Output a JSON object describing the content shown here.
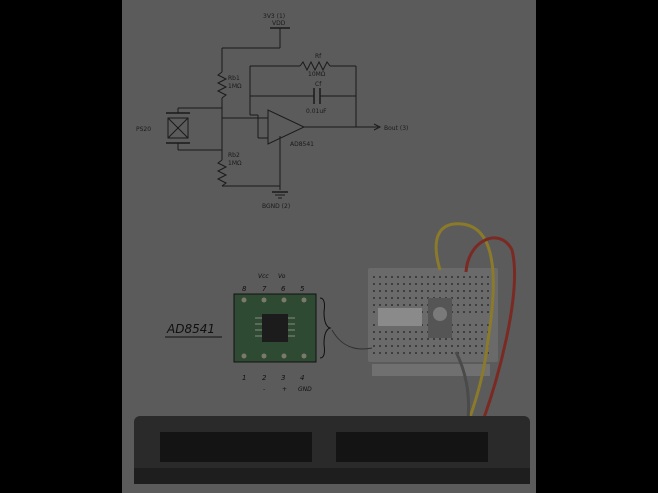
{
  "colors": {
    "background": "#000000",
    "paper": "#5b5b5b",
    "ink": "#1a1a1a",
    "board": "#2a2a2a",
    "module": "#2f4a33",
    "breadboard": "#6a6a6a",
    "wire_yellow": "#8a7a2a",
    "wire_red": "#7a2a22",
    "wire_gray": "#4a4a4a"
  },
  "schematic": {
    "supply_label": "3V3 (1)",
    "vdd_label": "VDD",
    "r_feedback_label": "Rf",
    "r_feedback_value": "10MΩ",
    "c_feedback_label": "Cf",
    "c_feedback_value": "0.01uF",
    "r_bias_top_label": "Rb1",
    "r_bias_top_value": "1MΩ",
    "r_bias_bottom_label": "Rb2",
    "r_bias_bottom_value": "1MΩ",
    "sensor_label": "PS20",
    "opamp_label": "AD8541",
    "output_label": "Bout (3)",
    "ground_label": "BGND (2)"
  },
  "module": {
    "title": "AD8541",
    "top_pins": [
      "8",
      "7",
      "6",
      "5"
    ],
    "top_notes": [
      "Vcc",
      "Vo"
    ],
    "bottom_pins": [
      "1",
      "2",
      "3",
      "4"
    ],
    "bottom_notes": [
      "-",
      "+",
      "GND"
    ]
  },
  "icons": {
    "sensor": "crossed-box-icon",
    "opamp": "triangle-icon",
    "ground": "ground-symbol-icon",
    "supply": "supply-bar-icon"
  }
}
